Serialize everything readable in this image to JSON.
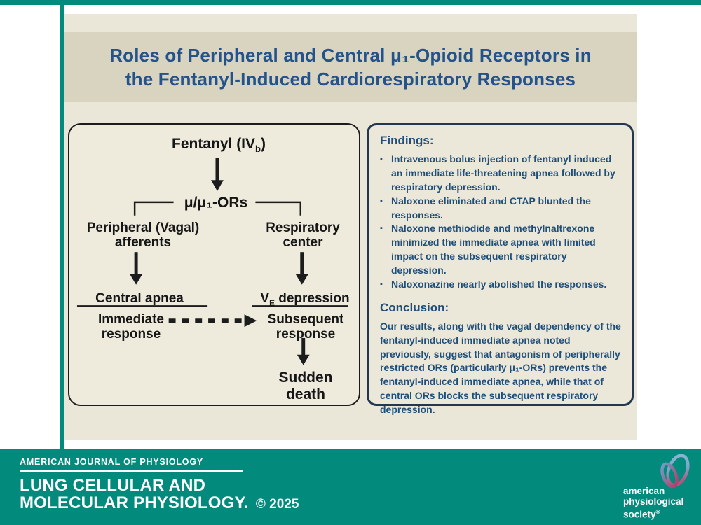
{
  "title": {
    "line1": "Roles of Peripheral and Central μ₁-Opioid Receptors in",
    "line2": "the Fentanyl-Induced Cardiorespiratory Responses"
  },
  "flowchart": {
    "fentanyl": {
      "pre": "Fentanyl (IV",
      "sub": "b",
      "post": ")"
    },
    "receptors": "μ/μ₁-ORs",
    "peripheral": {
      "line1": "Peripheral (Vagal)",
      "line2": "afferents"
    },
    "respiratory": {
      "line1": "Respiratory",
      "line2": "center"
    },
    "central_apnea": "Central apnea",
    "immediate": {
      "line1": "Immediate",
      "line2": "response"
    },
    "ve": {
      "pre": "V",
      "sub": "E",
      "post": " depression"
    },
    "subsequent": {
      "line1": "Subsequent",
      "line2": "response"
    },
    "sudden": {
      "line1": "Sudden",
      "line2": "death"
    }
  },
  "findings": {
    "heading": "Findings:",
    "bullet_glyph": "▪",
    "bullets": [
      "Intravenous bolus injection of fentanyl induced an immediate life-threatening apnea followed by respiratory depression.",
      "Naloxone eliminated and CTAP blunted the responses.",
      "Naloxone methiodide and methylnaltrexone minimized the immediate apnea with limited impact on the subsequent respiratory depression.",
      "Naloxonazine nearly abolished the responses."
    ],
    "conclusion_heading": "Conclusion:",
    "conclusion_text": "Our results, along with the vagal dependency of the fentanyl-induced immediate apnea noted previously, suggest that antagonism of peripherally restricted ORs (particularly μ₁-ORs) prevents the fentanyl-induced immediate apnea, while that of central ORs blocks the subsequent respiratory depression."
  },
  "footer": {
    "journal_series": "AMERICAN JOURNAL OF PHYSIOLOGY",
    "journal_line1": "LUNG CELLULAR AND",
    "journal_line2": "MOLECULAR PHYSIOLOGY.",
    "copyright": "© 2025",
    "society": {
      "line1": "american",
      "line2": "physiological",
      "line3": "society",
      "mark": "®"
    }
  },
  "colors": {
    "teal": "#028a7c",
    "title_blue": "#24528a",
    "text_blue": "#1f4e79",
    "panel_border_navy": "#223850",
    "flow_border_black": "#1c1c1c",
    "background_beige": "#eae7d9",
    "title_band_beige": "#d9d4bf"
  }
}
